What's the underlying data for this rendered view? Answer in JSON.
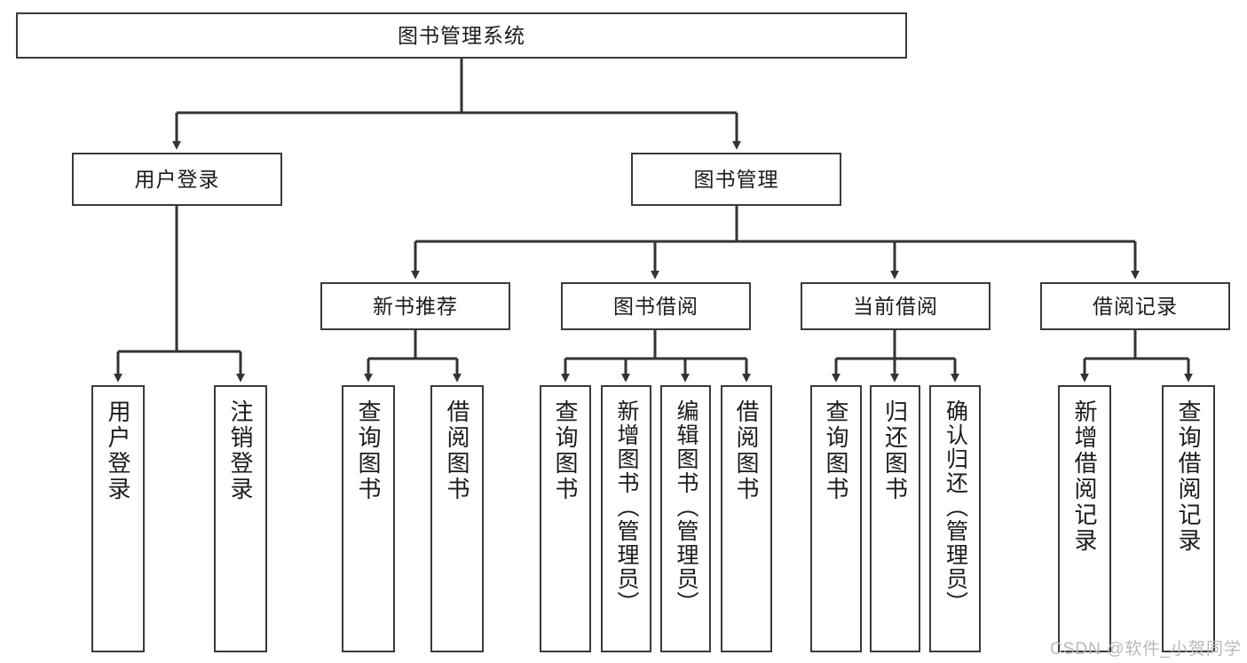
{
  "diagram": {
    "title": "图书管理系统",
    "type": "hierarchy-tree",
    "watermark": "CSDN @软件_小贺同学",
    "colors": {
      "box_border": "#3a3a3a",
      "box_fill": "#ffffff",
      "connector": "#333333",
      "text": "#1b1b1b",
      "watermark": "#b9b9b9",
      "background": "#ffffff"
    },
    "root": {
      "label": "图书管理系统"
    },
    "level1": [
      {
        "label": "用户登录"
      },
      {
        "label": "图书管理"
      }
    ],
    "level2": [
      {
        "label": "新书推荐"
      },
      {
        "label": "图书借阅"
      },
      {
        "label": "当前借阅"
      },
      {
        "label": "借阅记录"
      }
    ],
    "leaves": {
      "user_login": [
        {
          "label": "用户登录"
        },
        {
          "label": "注销登录"
        }
      ],
      "new_book_recommend": [
        {
          "label": "查询图书"
        },
        {
          "label": "借阅图书"
        }
      ],
      "book_borrow": [
        {
          "label": "查询图书"
        },
        {
          "label": "新增图书（管理员）"
        },
        {
          "label": "编辑图书（管理员）"
        },
        {
          "label": "借阅图书"
        }
      ],
      "current_borrow": [
        {
          "label": "查询图书"
        },
        {
          "label": "归还图书"
        },
        {
          "label": "确认归还（管理员）"
        }
      ],
      "borrow_record": [
        {
          "label": "新增借阅记录"
        },
        {
          "label": "查询借阅记录"
        }
      ]
    }
  }
}
